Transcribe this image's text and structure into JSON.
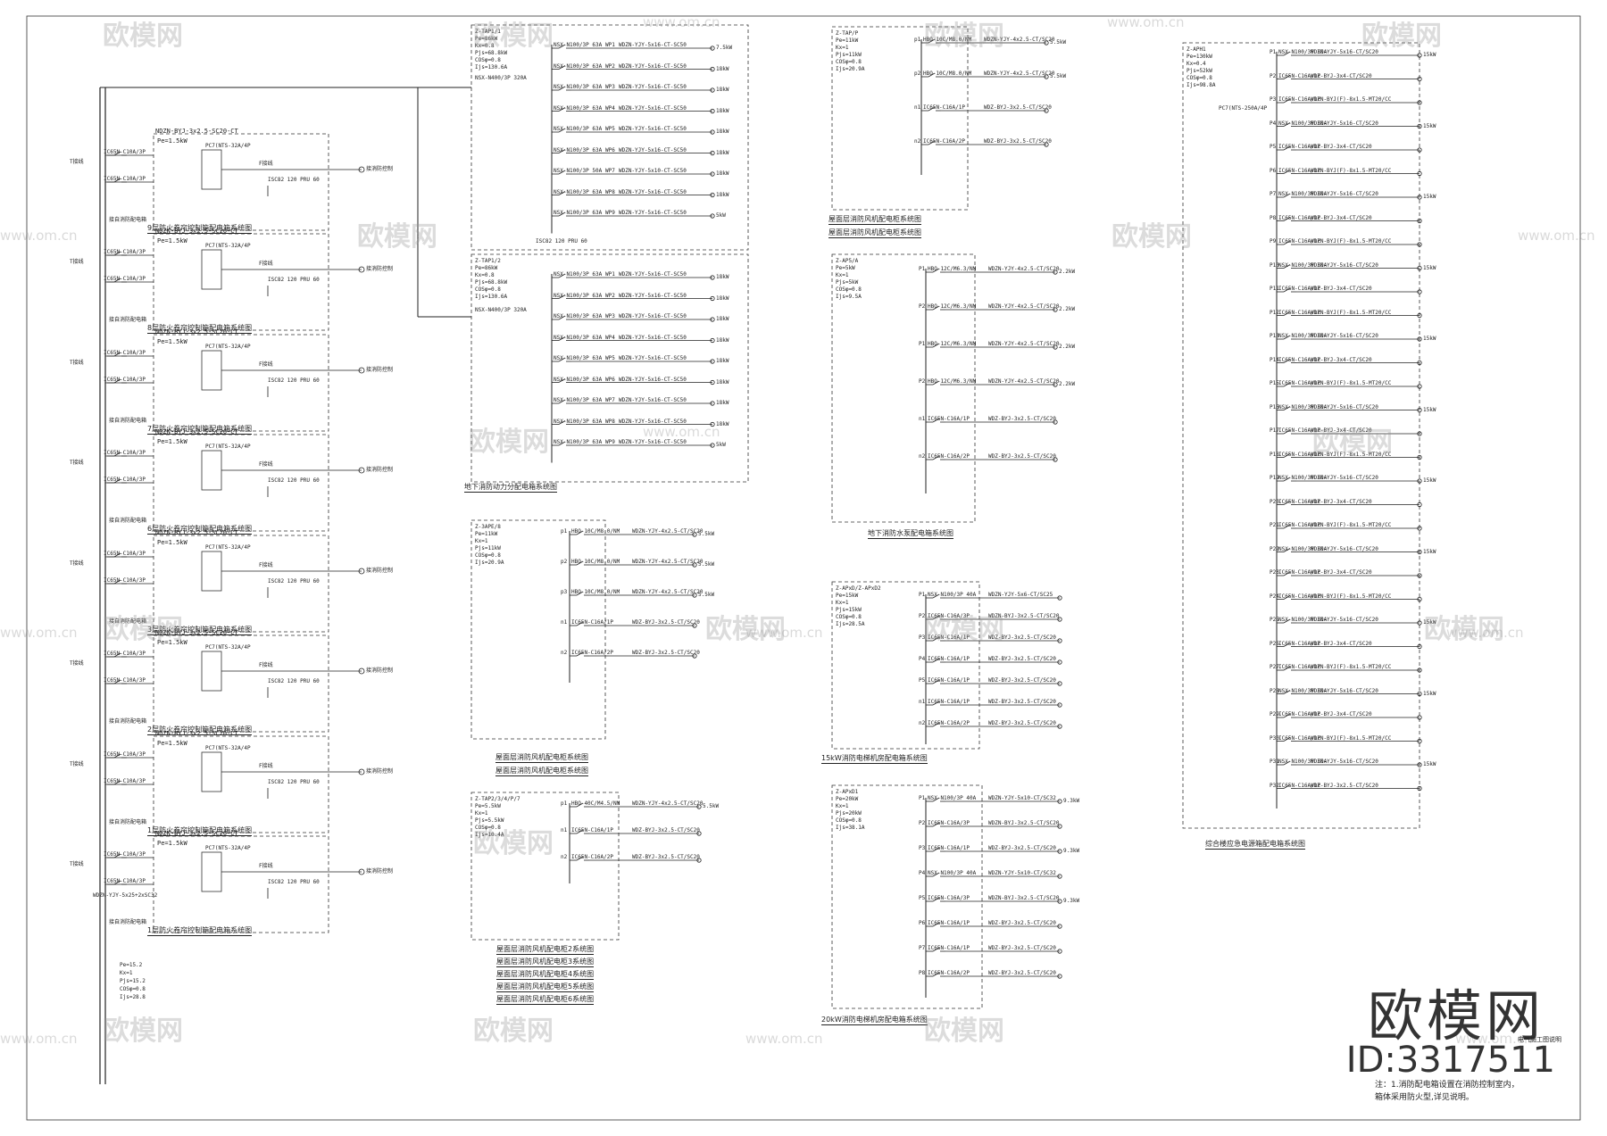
{
  "diagram": {
    "left_captions": [
      "9层防火卷帘控制箱配电箱系统图",
      "8层防火卷帘控制箱配电箱系统图",
      "7层防火卷帘控制箱配电箱系统图",
      "6层防火卷帘控制箱配电箱系统图",
      "3层防火卷帘控制箱配电箱系统图",
      "2层防火卷帘控制箱配电箱系统图",
      "1层防火卷帘控制箱配电箱系统图",
      "1层防火卷帘控制箱配电箱系统图"
    ],
    "left_cable_label": "NDZN-BYJ-3x2.5-SC20-CT",
    "left_breaker_a": "IC65N-C10A/3P",
    "left_breaker_b": "IC65N-C10A/3P",
    "left_ats": "PC7(NTS-32A/4P",
    "left_spd": "ISC82 120 PRU 60",
    "left_power": "Pe=1.5kW",
    "left_feeder_label": "接自消防配电箱",
    "riser_label_1": "WDZN-YJY-5x25+2xSC32",
    "riser_label_2": "WDZN-YJY-5x25+2xSC32",
    "riser_values": [
      "Pe=15.2",
      "Kx=1",
      "Pjs=15.2",
      "COSφ=0.8",
      "Ijs=28.8"
    ],
    "mid_top_caption": "地下消防动力分配电箱系统图",
    "mid_top_headers": [
      "Z-TAP1/1",
      "Pe=86kW",
      "Kx=0.8",
      "Pjs=68.8kW",
      "COSφ=0.8",
      "Ijs=130.6A"
    ],
    "mid_top_main": "NSX-N400/3P 320A",
    "mid_top_rows": [
      {
        "brk": "NSX-N100/3P 63A",
        "circ": "WP1",
        "cable": "WDZN-YJY-5x16-CT-SC50",
        "load": "7.5kW"
      },
      {
        "brk": "NSX-N100/3P 63A",
        "circ": "WP2",
        "cable": "WDZN-YJY-5x16-CT-SC50",
        "load": "18kW"
      },
      {
        "brk": "NSX-N100/3P 63A",
        "circ": "WP3",
        "cable": "WDZN-YJY-5x16-CT-SC50",
        "load": "18kW"
      },
      {
        "brk": "NSX-N100/3P 63A",
        "circ": "WP4",
        "cable": "WDZN-YJY-5x16-CT-SC50",
        "load": "18kW"
      },
      {
        "brk": "NSX-N100/3P 63A",
        "circ": "WP5",
        "cable": "WDZN-YJY-5x16-CT-SC50",
        "load": "18kW"
      },
      {
        "brk": "NSX-N100/3P 63A",
        "circ": "WP6",
        "cable": "WDZN-YJY-5x16-CT-SC50",
        "load": "18kW"
      },
      {
        "brk": "NSX-N100/3P 50A",
        "circ": "WP7",
        "cable": "WDZN-YJY-5x10-CT-SC50",
        "load": "18kW"
      },
      {
        "brk": "NSX-N100/3P 63A",
        "circ": "WP8",
        "cable": "WDZN-YJY-5x16-CT-SC50",
        "load": "18kW"
      },
      {
        "brk": "NSX-N100/3P 63A",
        "circ": "WP9",
        "cable": "WDZN-YJY-5x16-CT-SC50",
        "load": "5kW"
      }
    ],
    "mid_top_spd": "ISC82 120 PRU 60",
    "mid_second_headers": [
      "Z-TAP1/2",
      "Pe=86kW",
      "Kx=0.8",
      "Pjs=68.8kW",
      "COSφ=0.8",
      "Ijs=130.6A"
    ],
    "mid_second_main": "NSX-N400/3P 320A",
    "mid_second_rows": [
      {
        "brk": "NSX-N100/3P 63A",
        "circ": "WP1",
        "cable": "WDZN-YJY-5x16-CT-SC50",
        "load": "18kW"
      },
      {
        "brk": "NSX-N100/3P 63A",
        "circ": "WP2",
        "cable": "WDZN-YJY-5x16-CT-SC50",
        "load": "18kW"
      },
      {
        "brk": "NSX-N100/3P 63A",
        "circ": "WP3",
        "cable": "WDZN-YJY-5x16-CT-SC50",
        "load": "18kW"
      },
      {
        "brk": "NSX-N100/3P 63A",
        "circ": "WP4",
        "cable": "WDZN-YJY-5x16-CT-SC50",
        "load": "18kW"
      },
      {
        "brk": "NSX-N100/3P 63A",
        "circ": "WP5",
        "cable": "WDZN-YJY-5x16-CT-SC50",
        "load": "18kW"
      },
      {
        "brk": "NSX-N100/3P 63A",
        "circ": "WP6",
        "cable": "WDZN-YJY-5x16-CT-SC50",
        "load": "18kW"
      },
      {
        "brk": "NSX-N100/3P 63A",
        "circ": "WP7",
        "cable": "WDZN-YJY-5x16-CT-SC50",
        "load": "18kW"
      },
      {
        "brk": "NSX-N100/3P 63A",
        "circ": "WP8",
        "cable": "WDZN-YJY-5x16-CT-SC50",
        "load": "18kW"
      },
      {
        "brk": "NSX-N100/3P 63A",
        "circ": "WP9",
        "cable": "WDZN-YJY-5x16-CT-SC50",
        "load": "5kW"
      }
    ],
    "mid_second_caption": "地下消防动力分配电箱系统图",
    "mid_fan_headers": [
      "Z-3APE/8",
      "Pe=11kW",
      "Kx=1",
      "Pjs=11kW",
      "COSφ=0.8",
      "Ijs=20.9A"
    ],
    "mid_fan_rows": [
      {
        "circ": "p1",
        "brk": "HBO-10C/M8.0/NM",
        "cable": "WDZN-YJY-4x2.5-CT/SC20",
        "load": "5.5kW"
      },
      {
        "circ": "p2",
        "brk": "HBO-10C/M8.0/NM",
        "cable": "WDZN-YJY-4x2.5-CT/SC20",
        "load": "5.5kW"
      },
      {
        "circ": "p3",
        "brk": "HBO-10C/M8.0/NM",
        "cable": "WDZN-YJY-4x2.5-CT/SC20",
        "load": "5.5kW"
      },
      {
        "circ": "n1",
        "brk": "IC65N-C16A/1P",
        "cable": "WDZ-BYJ-3x2.5-CT/SC20",
        "load": ""
      },
      {
        "circ": "n2",
        "brk": "IC65N-C16A/2P",
        "cable": "WDZ-BYJ-3x2.5-CT/SC20",
        "load": ""
      }
    ],
    "mid_fan_caption_1": "屋面层消防风机配电柜系统图",
    "mid_fan_caption_2": "屋面层消防风机配电柜系统图",
    "mid_bot_headers": [
      "Z-TAP2/3/4/P/7",
      "Pe=5.5kW",
      "Kx=1",
      "Pjs=5.5kW",
      "COSφ=0.8",
      "Ijs=10.4A"
    ],
    "mid_bot_rows": [
      {
        "circ": "p1",
        "brk": "HBO-40C/M4.5/NM",
        "cable": "WDZN-YJY-4x2.5-CT/SC20",
        "load": "5.5kW"
      },
      {
        "circ": "n1",
        "brk": "IC65N-C16A/1P",
        "cable": "WDZ-BYJ-3x2.5-CT/SC20",
        "load": ""
      },
      {
        "circ": "n2",
        "brk": "IC65N-C16A/2P",
        "cable": "WDZ-BYJ-3x2.5-CT/SC20",
        "load": ""
      }
    ],
    "mid_bot_captions": [
      "屋面层消防风机配电柜2系统图",
      "屋面层消防风机配电柜3系统图",
      "屋面层消防风机配电柜4系统图",
      "屋面层消防风机配电柜5系统图",
      "屋面层消防风机配电柜6系统图"
    ],
    "r1_headers": [
      "Z-TAP/P",
      "Pe=11kW",
      "Kx=1",
      "Pjs=11kW",
      "COSφ=0.8",
      "Ijs=20.9A"
    ],
    "r1_rows": [
      {
        "circ": "p1",
        "brk": "HBO-10C/M8.0/NM",
        "cable": "WDZN-YJY-4x2.5-CT/SC20",
        "load": "5.5kW"
      },
      {
        "circ": "p2",
        "brk": "HBO-10C/M8.0/NM",
        "cable": "WDZN-YJY-4x2.5-CT/SC20",
        "load": "5.5kW"
      },
      {
        "circ": "n1",
        "brk": "IC65N-C16A/1P",
        "cable": "WDZ-BYJ-3x2.5-CT/SC20",
        "load": ""
      },
      {
        "circ": "n2",
        "brk": "IC65N-C16A/2P",
        "cable": "WDZ-BYJ-3x2.5-CT/SC20",
        "load": ""
      }
    ],
    "r1_caption_1": "屋面层消防风机配电柜系统图",
    "r1_caption_2": "屋面层消防风机配电柜系统图",
    "r2_headers": [
      "Z-AP5/A",
      "Pe=5kW",
      "Kx=1",
      "Pjs=5kW",
      "COSφ=0.8",
      "Ijs=9.5A"
    ],
    "r2_rows": [
      {
        "circ": "P1",
        "brk": "HBO-12C/M6.3/NM",
        "cable": "WDZN-YJY-4x2.5-CT/SC20",
        "load": "2.2kW"
      },
      {
        "circ": "P2",
        "brk": "HBO-12C/M6.3/NM",
        "cable": "WDZN-YJY-4x2.5-CT/SC20",
        "load": "2.2kW"
      },
      {
        "circ": "P1",
        "brk": "HBO-12C/M6.3/NM",
        "cable": "WDZN-YJY-4x2.5-CT/SC20",
        "load": "2.2kW"
      },
      {
        "circ": "P2",
        "brk": "HBO-12C/M6.3/NM",
        "cable": "WDZN-YJY-4x2.5-CT/SC20",
        "load": "2.2kW"
      },
      {
        "circ": "n1",
        "brk": "IC65N-C16A/1P",
        "cable": "WDZ-BYJ-3x2.5-CT/SC20",
        "load": ""
      },
      {
        "circ": "n2",
        "brk": "IC65N-C16A/2P",
        "cable": "WDZ-BYJ-3x2.5-CT/SC20",
        "load": ""
      }
    ],
    "r2_caption": "地下消防水泵配电箱系统图",
    "r3_headers": [
      "Z-APxD/Z-APxD2",
      "Pe=15kW",
      "Kx=1",
      "Pjs=15kW",
      "COSφ=0.8",
      "Ijs=28.5A"
    ],
    "r3_rows": [
      {
        "circ": "P1",
        "brk": "NSX-N100/3P 40A",
        "cable": "WDZN-YJY-5x6-CT/SC25",
        "load": ""
      },
      {
        "circ": "P2",
        "brk": "IC65N-C16A/3P",
        "cable": "WDZN-BYJ-3x2.5-CT/SC20",
        "load": ""
      },
      {
        "circ": "P3",
        "brk": "IC65N-C16A/1P",
        "cable": "WDZ-BYJ-3x2.5-CT/SC20",
        "load": ""
      },
      {
        "circ": "P4",
        "brk": "IC65N-C16A/1P",
        "cable": "WDZ-BYJ-3x2.5-CT/SC20",
        "load": ""
      },
      {
        "circ": "P5",
        "brk": "IC65N-C16A/1P",
        "cable": "WDZ-BYJ-3x2.5-CT/SC20",
        "load": ""
      },
      {
        "circ": "n1",
        "brk": "IC65N-C16A/1P",
        "cable": "WDZ-BYJ-3x2.5-CT/SC20",
        "load": ""
      },
      {
        "circ": "n2",
        "brk": "IC65N-C16A/2P",
        "cable": "WDZ-BYJ-3x2.5-CT/SC20",
        "load": ""
      }
    ],
    "r3_caption": "15kW消防电梯机房配电箱系统图",
    "r4_headers": [
      "Z-APxD1",
      "Pe=20kW",
      "Kx=1",
      "Pjs=20kW",
      "COSφ=0.8",
      "Ijs=38.1A"
    ],
    "r4_rows": [
      {
        "circ": "P1",
        "brk": "NSX-N100/3P 40A",
        "cable": "WDZN-YJY-5x10-CT/SC32",
        "load": "9.3kW"
      },
      {
        "circ": "P2",
        "brk": "IC65N-C16A/3P",
        "cable": "WDZN-BYJ-3x2.5-CT/SC20",
        "load": ""
      },
      {
        "circ": "P3",
        "brk": "IC65N-C16A/1P",
        "cable": "WDZ-BYJ-3x2.5-CT/SC20",
        "load": "9.3kW"
      },
      {
        "circ": "P4",
        "brk": "NSX-N100/3P 40A",
        "cable": "WDZN-YJY-5x10-CT/SC32",
        "load": ""
      },
      {
        "circ": "P5",
        "brk": "IC65N-C16A/3P",
        "cable": "WDZN-BYJ-3x2.5-CT/SC20",
        "load": "9.3kW"
      },
      {
        "circ": "P6",
        "brk": "IC65N-C16A/1P",
        "cable": "WDZ-BYJ-3x2.5-CT/SC20",
        "load": ""
      },
      {
        "circ": "P7",
        "brk": "IC65N-C16A/1P",
        "cable": "WDZ-BYJ-3x2.5-CT/SC20",
        "load": ""
      },
      {
        "circ": "P8",
        "brk": "IC65N-C16A/2P",
        "cable": "WDZ-BYJ-3x2.5-CT/SC20",
        "load": ""
      }
    ],
    "r4_caption": "20kW消防电梯机房配电箱系统图",
    "r5_headers": [
      "Z-APH1",
      "Pe=130kW",
      "Kx=0.4",
      "Pjs=52kW",
      "COSφ=0.8",
      "Ijs=98.8A"
    ],
    "r5_main": "PC7(NTS-250A/4P",
    "r5_rows": [
      {
        "circ": "P1",
        "brk": "NSX-N100/3P 50A",
        "cable": "WDZN-YJY-5x16-CT/SC20",
        "load": "15kW"
      },
      {
        "circ": "P2",
        "brk": "IC65N-C16A/1P",
        "cable": "WDZ-BYJ-3x4-CT/SC20",
        "load": ""
      },
      {
        "circ": "P3",
        "brk": "IC65N-C16A/1P",
        "cable": "WDZN-BYJ(F)-8x1.5-MT20/CC",
        "load": ""
      },
      {
        "circ": "P4",
        "brk": "NSX-N100/3P 50A",
        "cable": "WDZN-YJY-5x16-CT/SC20",
        "load": "15kW"
      },
      {
        "circ": "P5",
        "brk": "IC65N-C16A/1P",
        "cable": "WDZ-BYJ-3x4-CT/SC20",
        "load": ""
      },
      {
        "circ": "P6",
        "brk": "IC65N-C16A/1P",
        "cable": "WDZN-BYJ(F)-8x1.5-MT20/CC",
        "load": ""
      },
      {
        "circ": "P7",
        "brk": "NSX-N100/3P 50A",
        "cable": "WDZN-YJY-5x16-CT/SC20",
        "load": "15kW"
      },
      {
        "circ": "P8",
        "brk": "IC65N-C16A/1P",
        "cable": "WDZ-BYJ-3x4-CT/SC20",
        "load": ""
      },
      {
        "circ": "P9",
        "brk": "IC65N-C16A/1P",
        "cable": "WDZN-BYJ(F)-8x1.5-MT20/CC",
        "load": ""
      },
      {
        "circ": "P10",
        "brk": "NSX-N100/3P 50A",
        "cable": "WDZN-YJY-5x16-CT/SC20",
        "load": "15kW"
      },
      {
        "circ": "P11",
        "brk": "IC65N-C16A/1P",
        "cable": "WDZ-BYJ-3x4-CT/SC20",
        "load": ""
      },
      {
        "circ": "P12",
        "brk": "IC65N-C16A/1P",
        "cable": "WDZN-BYJ(F)-8x1.5-MT20/CC",
        "load": ""
      },
      {
        "circ": "P13",
        "brk": "NSX-N100/3P 50A",
        "cable": "WDZN-YJY-5x16-CT/SC20",
        "load": "15kW"
      },
      {
        "circ": "P14",
        "brk": "IC65N-C16A/1P",
        "cable": "WDZ-BYJ-3x4-CT/SC20",
        "load": ""
      },
      {
        "circ": "P15",
        "brk": "IC65N-C16A/1P",
        "cable": "WDZN-BYJ(F)-8x1.5-MT20/CC",
        "load": ""
      },
      {
        "circ": "P16",
        "brk": "NSX-N100/3P 50A",
        "cable": "WDZN-YJY-5x16-CT/SC20",
        "load": "15kW"
      },
      {
        "circ": "P17",
        "brk": "IC65N-C16A/1P",
        "cable": "WDZ-BYJ-3x4-CT/SC20",
        "load": ""
      },
      {
        "circ": "P18",
        "brk": "IC65N-C16A/1P",
        "cable": "WDZN-BYJ(F)-8x1.5-MT20/CC",
        "load": ""
      },
      {
        "circ": "P19",
        "brk": "NSX-N100/3P 50A",
        "cable": "WDZN-YJY-5x16-CT/SC20",
        "load": "15kW"
      },
      {
        "circ": "P20",
        "brk": "IC65N-C16A/1P",
        "cable": "WDZ-BYJ-3x4-CT/SC20",
        "load": ""
      },
      {
        "circ": "P21",
        "brk": "IC65N-C16A/1P",
        "cable": "WDZN-BYJ(F)-8x1.5-MT20/CC",
        "load": ""
      },
      {
        "circ": "P22",
        "brk": "NSX-N100/3P 50A",
        "cable": "WDZN-YJY-5x16-CT/SC20",
        "load": "15kW"
      },
      {
        "circ": "P23",
        "brk": "IC65N-C16A/1P",
        "cable": "WDZ-BYJ-3x4-CT/SC20",
        "load": ""
      },
      {
        "circ": "P24",
        "brk": "IC65N-C16A/1P",
        "cable": "WDZN-BYJ(F)-8x1.5-MT20/CC",
        "load": ""
      },
      {
        "circ": "P25",
        "brk": "NSX-N100/3P 50A",
        "cable": "WDZN-YJY-5x16-CT/SC20",
        "load": "15kW"
      },
      {
        "circ": "P26",
        "brk": "IC65N-C16A/1P",
        "cable": "WDZ-BYJ-3x4-CT/SC20",
        "load": ""
      },
      {
        "circ": "P27",
        "brk": "IC65N-C16A/1P",
        "cable": "WDZN-BYJ(F)-8x1.5-MT20/CC",
        "load": ""
      },
      {
        "circ": "P28",
        "brk": "NSX-N100/3P 50A",
        "cable": "WDZN-YJY-5x16-CT/SC20",
        "load": "15kW"
      },
      {
        "circ": "P29",
        "brk": "IC65N-C16A/1P",
        "cable": "WDZ-BYJ-3x4-CT/SC20",
        "load": ""
      },
      {
        "circ": "P30",
        "brk": "IC65N-C16A/1P",
        "cable": "WDZN-BYJ(F)-8x1.5-MT20/CC",
        "load": ""
      },
      {
        "circ": "P31",
        "brk": "NSX-N100/3P 50A",
        "cable": "WDZN-YJY-5x16-CT/SC20",
        "load": "15kW"
      },
      {
        "circ": "P32",
        "brk": "IC65N-C16A/1P",
        "cable": "WDZ-BYJ-3x2.5-CT/SC20",
        "load": ""
      }
    ],
    "r5_caption": "综合楼应急电源箱配电箱系统图",
    "note_1": "注：1.消防配电箱设置在消防控制室内，",
    "note_2": "箱体采用防火型,详见说明。",
    "corner_text": "电气施工图说明",
    "watermark_text": "欧模网",
    "watermark_url": "www.om.cn",
    "brand": "欧模网",
    "brand_id": "ID:3317511"
  }
}
